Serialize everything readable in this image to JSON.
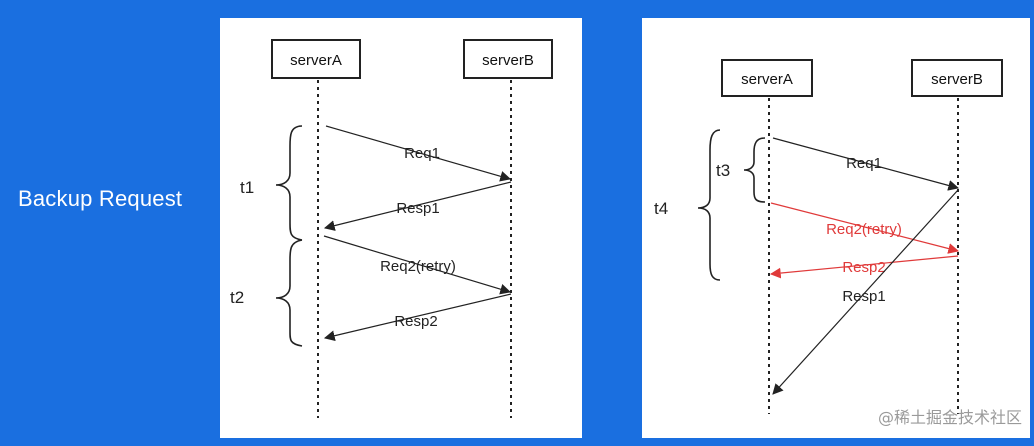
{
  "title": "Backup Request",
  "left_diagram": {
    "participants": [
      "serverA",
      "serverB"
    ],
    "messages": [
      "Req1",
      "Resp1",
      "Req2(retry)",
      "Resp2"
    ],
    "intervals": [
      "t1",
      "t2"
    ]
  },
  "right_diagram": {
    "participants": [
      "serverA",
      "serverB"
    ],
    "messages": [
      "Req1",
      "Req2(retry)",
      "Resp2",
      "Resp1"
    ],
    "intervals": [
      "t3",
      "t4"
    ]
  },
  "colors": {
    "background": "#1a6fe0",
    "panel": "#ffffff",
    "line": "#222222",
    "highlight": "#e03a3a"
  },
  "watermark": "@稀土掘金技术社区"
}
